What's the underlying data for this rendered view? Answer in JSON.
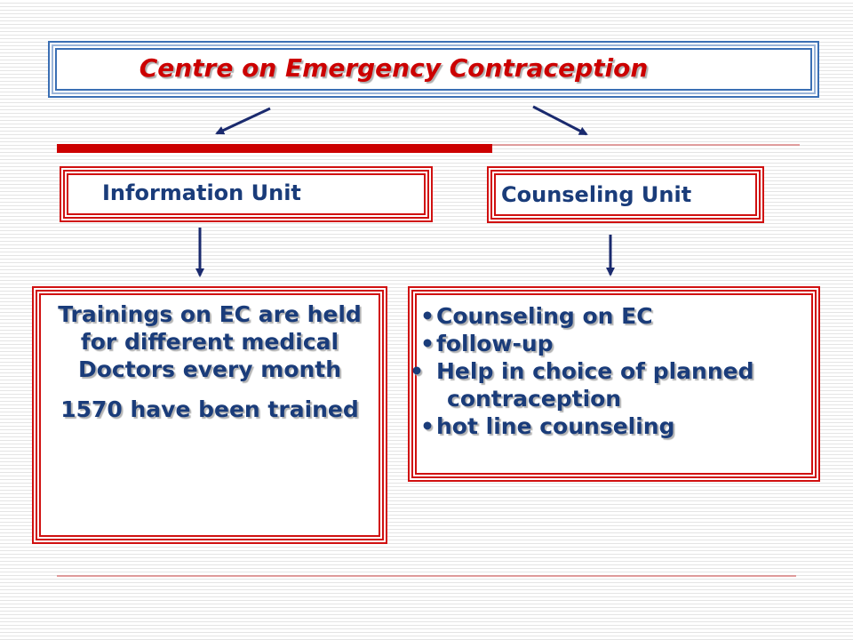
{
  "title": "Centre on Emergency Contraception",
  "information_unit": {
    "label": "Information Unit",
    "description": "Trainings on EC are held for different medical Doctors every month",
    "trained": "1570 have been trained"
  },
  "counseling_unit": {
    "label": "Counseling Unit",
    "items": [
      "Counseling  on EC",
      "follow-up",
      "Help in choice of planned contraception",
      "hot line counseling"
    ]
  },
  "colors": {
    "title_text": "#cc0000",
    "title_border": "#3b6fb4",
    "box_border": "#d01010",
    "body_text": "#1a3c7a",
    "arrows": "#1a2a6e",
    "divider": "#cc0000"
  }
}
